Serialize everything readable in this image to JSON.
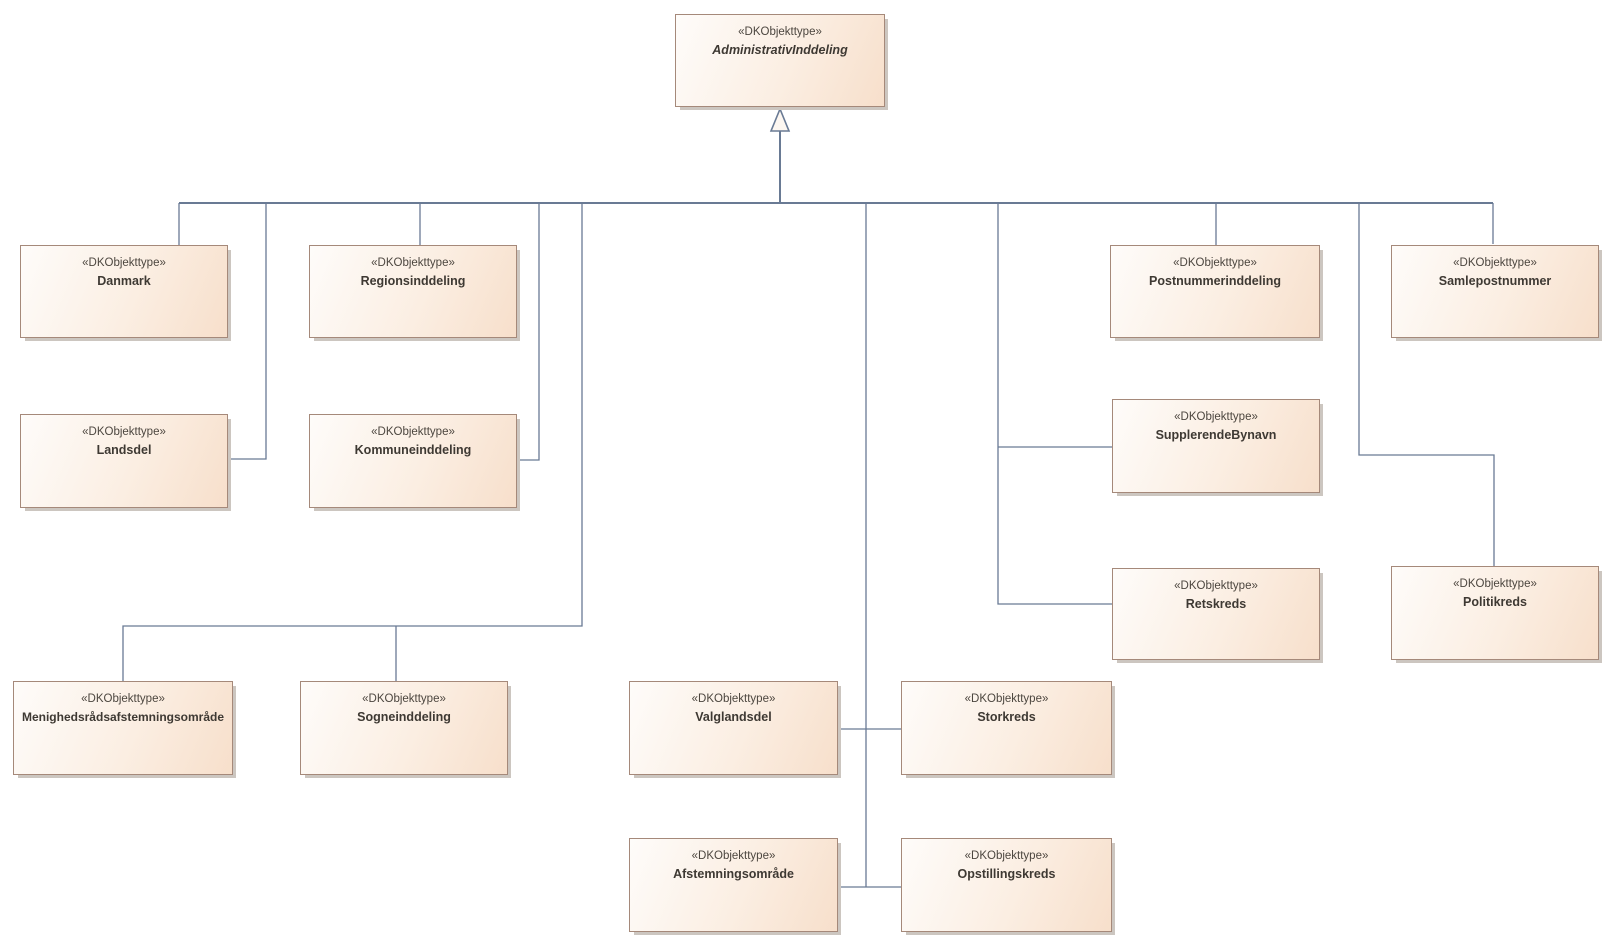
{
  "diagram": {
    "colors": {
      "fill-a": "#fefcfa",
      "fill-b": "#fbeee2",
      "fill-c": "#f7dfcb",
      "border": "#a5897a",
      "shadow": "#ccc6c0",
      "line": "#697a94",
      "stereo": "#4c463f",
      "name": "#3e3933",
      "bg": "#ffffff"
    },
    "nodes": {
      "administrativinddeling": {
        "stereotype": "«DKObjekttype»",
        "name": "AdministrativInddeling"
      },
      "danmark": {
        "stereotype": "«DKObjekttype»",
        "name": "Danmark"
      },
      "regionsinddeling": {
        "stereotype": "«DKObjekttype»",
        "name": "Regionsinddeling"
      },
      "postnummerinddeling": {
        "stereotype": "«DKObjekttype»",
        "name": "Postnummerinddeling"
      },
      "samlepostnummer": {
        "stereotype": "«DKObjekttype»",
        "name": "Samlepostnummer"
      },
      "landsdel": {
        "stereotype": "«DKObjekttype»",
        "name": "Landsdel"
      },
      "kommuneinddeling": {
        "stereotype": "«DKObjekttype»",
        "name": "Kommuneinddeling"
      },
      "supplerendebynavn": {
        "stereotype": "«DKObjekttype»",
        "name": "SupplerendeBynavn"
      },
      "retskreds": {
        "stereotype": "«DKObjekttype»",
        "name": "Retskreds"
      },
      "politikreds": {
        "stereotype": "«DKObjekttype»",
        "name": "Politikreds"
      },
      "menighedsraadsafstemningsomraade": {
        "stereotype": "«DKObjekttype»",
        "name": "Menighedsrådsafstemningsområde"
      },
      "sogneinddeling": {
        "stereotype": "«DKObjekttype»",
        "name": "Sogneinddeling"
      },
      "valglandsdel": {
        "stereotype": "«DKObjekttype»",
        "name": "Valglandsdel"
      },
      "storkreds": {
        "stereotype": "«DKObjekttype»",
        "name": "Storkreds"
      },
      "afstemningsomraade": {
        "stereotype": "«DKObjekttype»",
        "name": "Afstemningsområde"
      },
      "opstillingskreds": {
        "stereotype": "«DKObjekttype»",
        "name": "Opstillingskreds"
      }
    }
  }
}
